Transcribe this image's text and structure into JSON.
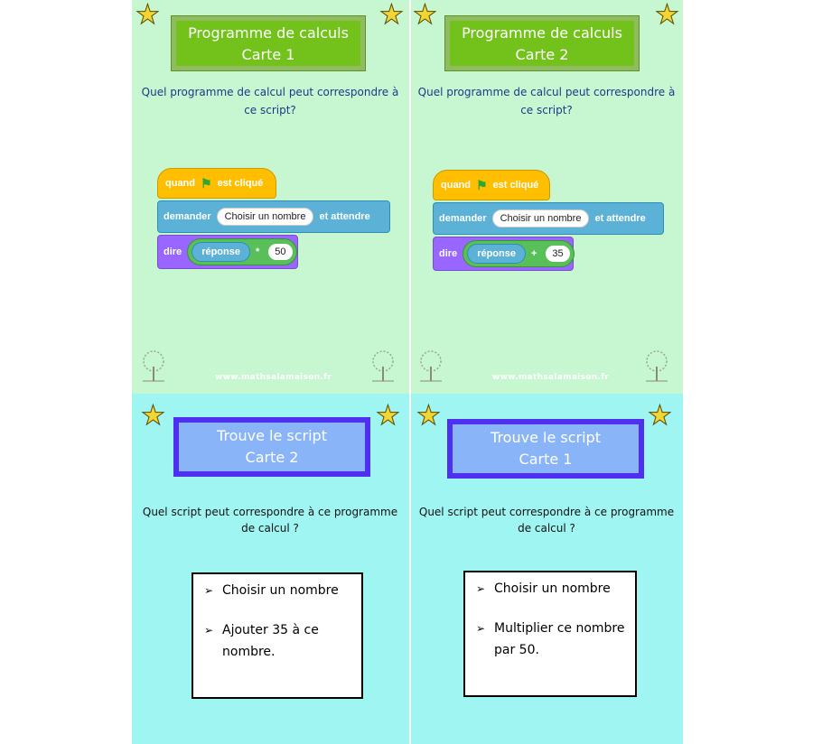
{
  "cards": {
    "c1": {
      "title_line1": "Programme de calculs",
      "title_line2": "Carte 1",
      "question": "Quel programme de calcul peut correspondre à ce script?",
      "script": {
        "event_word1": "quand",
        "event_word2": "est cliqué",
        "ask_word": "demander",
        "ask_input": "Choisir un nombre",
        "ask_end": "et attendre",
        "say_word": "dire",
        "reporter": "réponse",
        "operator": "*",
        "number": "50"
      },
      "footer": "www.mathsalamaison.fr"
    },
    "c2": {
      "title_line1": "Programme de calculs",
      "title_line2": "Carte 2",
      "question": "Quel programme de calcul peut correspondre à ce script?",
      "script": {
        "event_word1": "quand",
        "event_word2": "est cliqué",
        "ask_word": "demander",
        "ask_input": "Choisir un nombre",
        "ask_end": "et attendre",
        "say_word": "dire",
        "reporter": "réponse",
        "operator": "+",
        "number": "35"
      },
      "footer": "www.mathsalamaison.fr"
    },
    "c3": {
      "title_line1": "Trouve le script",
      "title_line2": "Carte 2",
      "question": "Quel script peut correspondre à ce programme de calcul ?",
      "items": [
        "Choisir un nombre",
        "Ajouter 35 à ce nombre."
      ]
    },
    "c4": {
      "title_line1": "Trouve le script",
      "title_line2": "Carte 1",
      "question": "Quel script peut correspondre à ce programme de calcul ?",
      "items": [
        "Choisir un nombre",
        "Multiplier ce nombre par 50."
      ]
    }
  },
  "icons": {
    "star": "star-icon",
    "flag": "green-flag-icon",
    "tree": "tree-logo-icon",
    "bullet": "arrow-bullet-icon"
  },
  "colors": {
    "green_bg": "#c6f7d0",
    "cyan_bg": "#9ff5f2",
    "title_green": "#73c21b",
    "title_blue": "#8ab4f8",
    "blue_border": "#4f2ff0"
  }
}
